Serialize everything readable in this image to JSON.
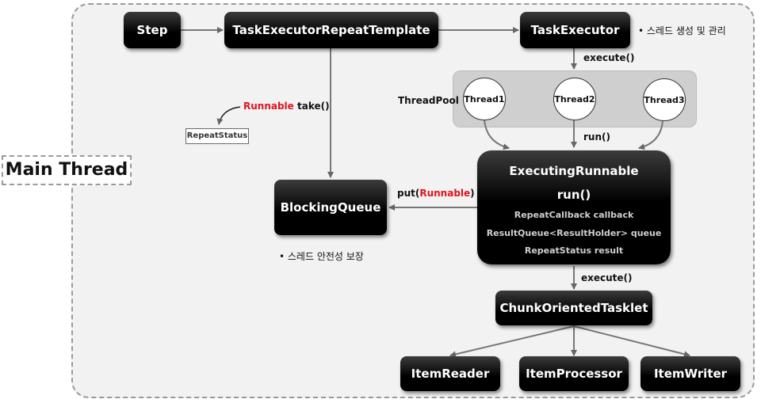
{
  "main_thread": "Main Thread",
  "nodes": {
    "step": "Step",
    "template": "TaskExecutorRepeatTemplate",
    "task_executor": "TaskExecutor",
    "blocking_queue": "BlockingQueue",
    "chunk_tasklet": "ChunkOrientedTasklet",
    "item_reader": "ItemReader",
    "item_processor": "ItemProcessor",
    "item_writer": "ItemWriter"
  },
  "executing_runnable": {
    "title": "ExecutingRunnable",
    "method": "run()",
    "fields": [
      "RepeatCallback callback",
      "ResultQueue<ResultHolder> queue",
      "RepeatStatus result"
    ]
  },
  "thread_pool": {
    "label": "ThreadPool",
    "threads": [
      "Thread1",
      "Thread2",
      "Thread3"
    ]
  },
  "edge_labels": {
    "execute_top": "execute()",
    "run": "run()",
    "execute_bottom": "execute()",
    "put_prefix": "put(",
    "put_arg": "Runnable",
    "put_suffix": ")",
    "take_type": "Runnable",
    "take_method": "take()",
    "repeat_status": "RepeatStatus"
  },
  "notes": {
    "executor": "•  스레드 생성 및 관리",
    "queue": "•  스레드 안전성 보장"
  },
  "colors": {
    "highlight": "#e0141e",
    "node_top": "#3c3c3c",
    "node_bottom": "#000000",
    "frame_bg": "#f2f2f2",
    "pool_bg": "#cfcfcf"
  }
}
